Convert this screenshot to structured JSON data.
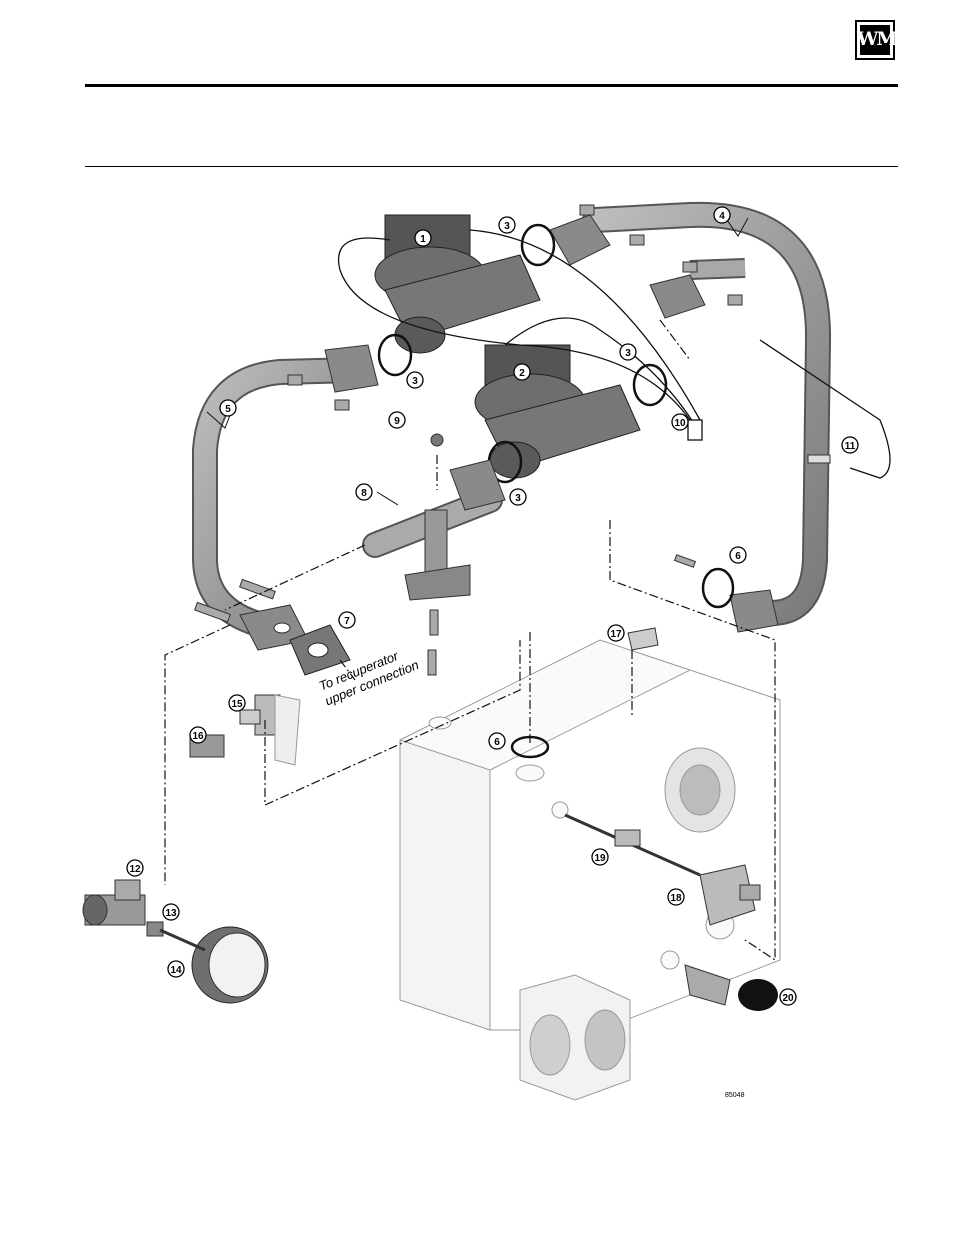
{
  "logo": {
    "text": "WM"
  },
  "callouts": [
    "1",
    "2",
    "3",
    "4",
    "5",
    "6",
    "7",
    "8",
    "9",
    "10",
    "11",
    "12",
    "13",
    "14",
    "15",
    "16",
    "17",
    "18",
    "19",
    "20"
  ],
  "note": {
    "line1": "To recuperator",
    "line2": "upper connection"
  },
  "drawing_code": "85048"
}
